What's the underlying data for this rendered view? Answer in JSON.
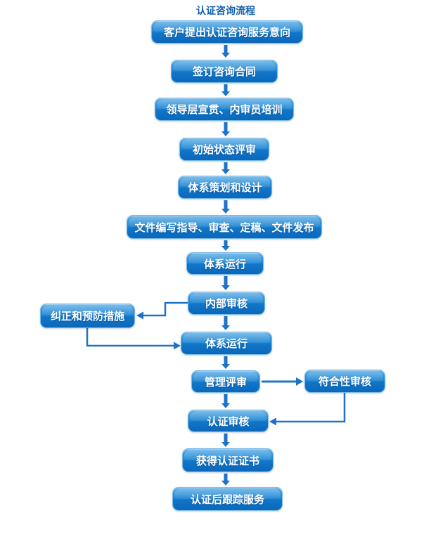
{
  "title": "认证咨询流程",
  "flow": {
    "nodes": [
      {
        "label": "客户提出认证咨询服务意向"
      },
      {
        "label": "签订咨询合同"
      },
      {
        "label": "领导层宣贯、内审员培训"
      },
      {
        "label": "初始状态评审"
      },
      {
        "label": "体系策划和设计"
      },
      {
        "label": "文件编写指导、审查、定稿、文件发布"
      },
      {
        "label": "体系运行"
      },
      {
        "label": "内部审核"
      },
      {
        "label": "纠正和预防措施"
      },
      {
        "label": "体系运行"
      },
      {
        "label": "管理评审"
      },
      {
        "label": "符合性审核"
      },
      {
        "label": "认证审核"
      },
      {
        "label": "获得认证证书"
      },
      {
        "label": "认证后跟踪服务"
      }
    ],
    "edges": [
      {
        "from": "客户提出认证咨询服务意向",
        "to": "签订咨询合同"
      },
      {
        "from": "签订咨询合同",
        "to": "领导层宣贯、内审员培训"
      },
      {
        "from": "领导层宣贯、内审员培训",
        "to": "初始状态评审"
      },
      {
        "from": "初始状态评审",
        "to": "体系策划和设计"
      },
      {
        "from": "体系策划和设计",
        "to": "文件编写指导、审查、定稿、文件发布"
      },
      {
        "from": "文件编写指导、审查、定稿、文件发布",
        "to": "体系运行"
      },
      {
        "from": "体系运行",
        "to": "内部审核"
      },
      {
        "from": "内部审核",
        "to": "纠正和预防措施"
      },
      {
        "from": "内部审核",
        "to": "体系运行(第二次)"
      },
      {
        "from": "纠正和预防措施",
        "to": "体系运行(第二次)"
      },
      {
        "from": "体系运行(第二次)",
        "to": "管理评审"
      },
      {
        "from": "管理评审",
        "to": "符合性审核"
      },
      {
        "from": "管理评审",
        "to": "认证审核"
      },
      {
        "from": "符合性审核",
        "to": "认证审核"
      },
      {
        "from": "认证审核",
        "to": "获得认证证书"
      },
      {
        "from": "获得认证证书",
        "to": "认证后跟踪服务"
      }
    ]
  },
  "colors": {
    "node_gradient_top": "#41a0e2",
    "node_gradient_bottom": "#0b68bb",
    "node_border": "#7ab9e8",
    "node_text": "#ffffff",
    "connector": "#1e73c8",
    "title_text": "#1460ae",
    "background": "#ffffff"
  }
}
